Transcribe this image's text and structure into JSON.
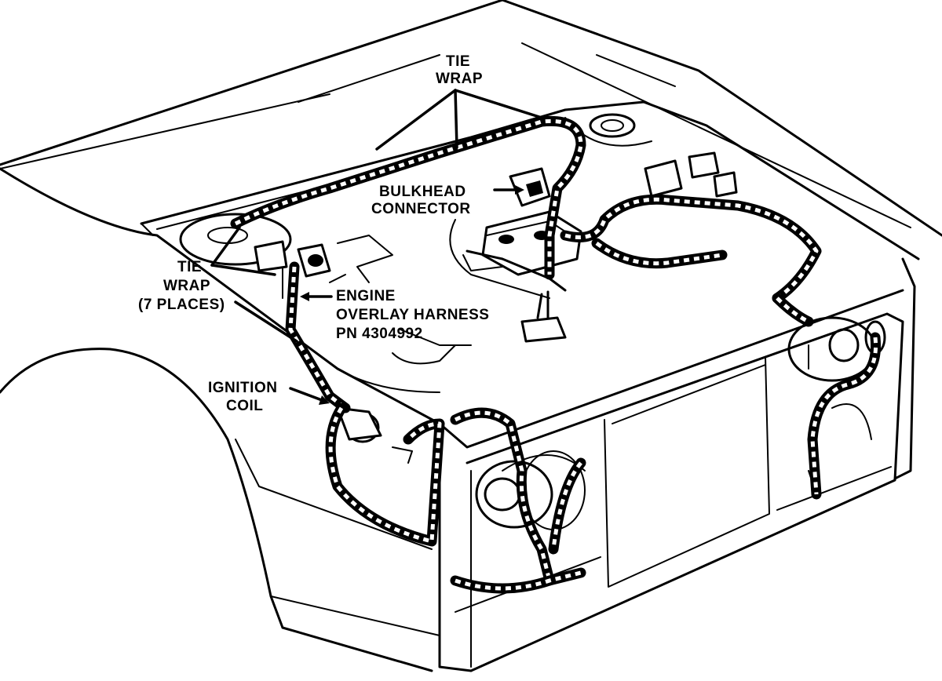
{
  "callouts": {
    "tie_wrap_top": [
      "TIE",
      "WRAP"
    ],
    "bulkhead_connector": [
      "BULKHEAD",
      "CONNECTOR"
    ],
    "tie_wrap_left": [
      "TIE",
      "WRAP",
      "(7 PLACES)"
    ],
    "engine_overlay_harness": [
      "ENGINE",
      "OVERLAY HARNESS",
      "PN 4304992"
    ],
    "ignition_coil": [
      "IGNITION",
      "COIL"
    ]
  },
  "colors": {
    "ink": "#000000",
    "paper": "#ffffff"
  }
}
